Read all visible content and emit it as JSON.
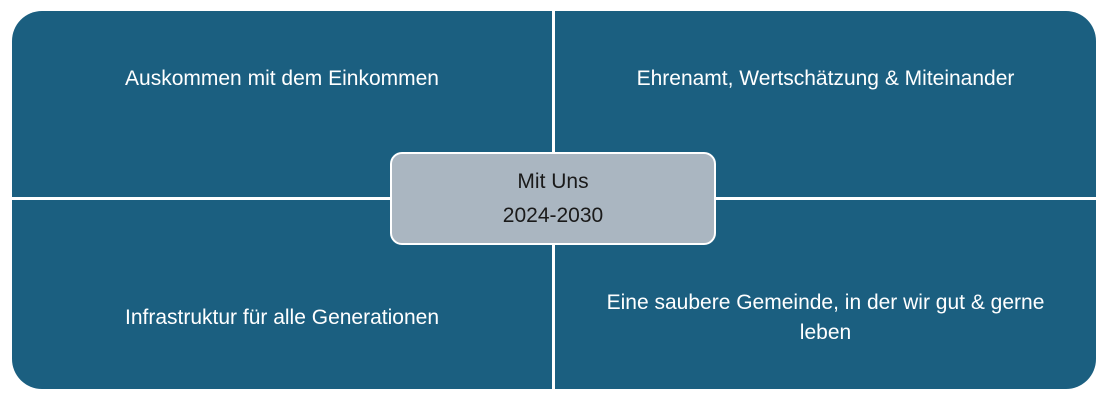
{
  "quadrants": {
    "top_left": "Auskommen mit dem Einkommen",
    "top_right": "Ehrenamt, Wertschätzung & Miteinander",
    "bottom_left": "Infrastruktur für alle Generationen",
    "bottom_right": "Eine saubere Gemeinde, in der wir gut & gerne leben"
  },
  "center": {
    "title": "Mit Uns",
    "years": "2024-2030"
  },
  "colors": {
    "quadrant_fill": "#1b5f80",
    "center_fill": "#aab6c1",
    "divider": "#ffffff"
  }
}
